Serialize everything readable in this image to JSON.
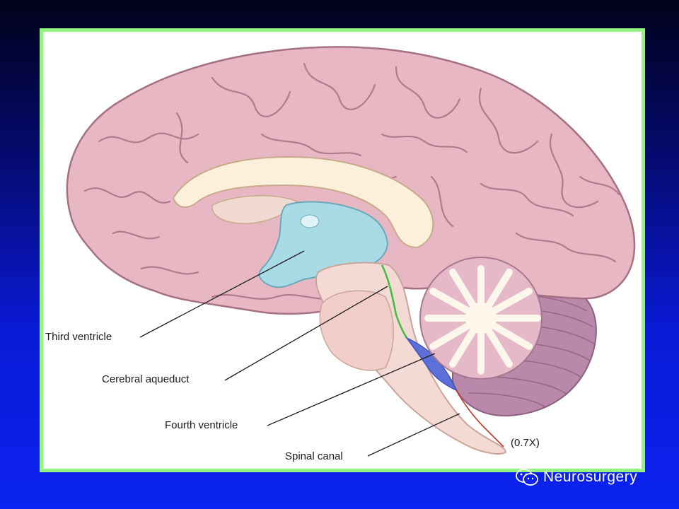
{
  "labels": {
    "third_ventricle": "Third ventricle",
    "cerebral_aqueduct": "Cerebral aqueduct",
    "fourth_ventricle": "Fourth ventricle",
    "spinal_canal": "Spinal canal",
    "magnification": "(0.7X)"
  },
  "watermark": {
    "text": "Neurosurgery",
    "icon": "wechat-icon"
  },
  "colors": {
    "frame_border": "#94f27e",
    "background_top": "#02021a",
    "background_bottom": "#0b22f0",
    "cortex": "#e7b8c4",
    "ventricle": "#a9dbe6",
    "corpus_callosum": "#fbf1da",
    "brainstem": "#f4dad4",
    "cerebellum": "#c596b6"
  }
}
